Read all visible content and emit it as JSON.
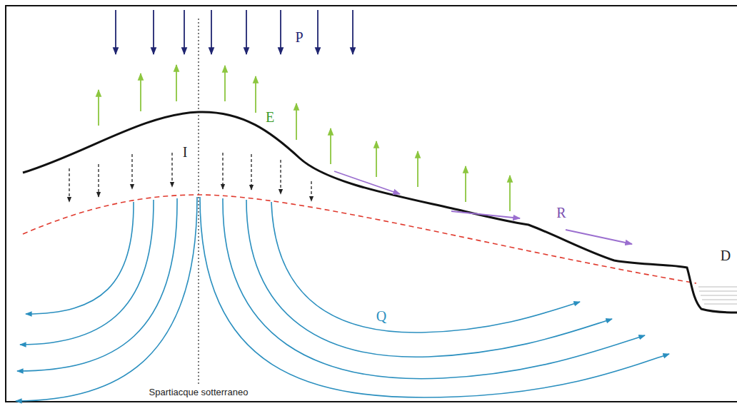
{
  "diagram": {
    "labels": [
      "P",
      "E",
      "I",
      "R",
      "Q",
      "D",
      "Spartiacque sotterraneo"
    ]
  }
}
